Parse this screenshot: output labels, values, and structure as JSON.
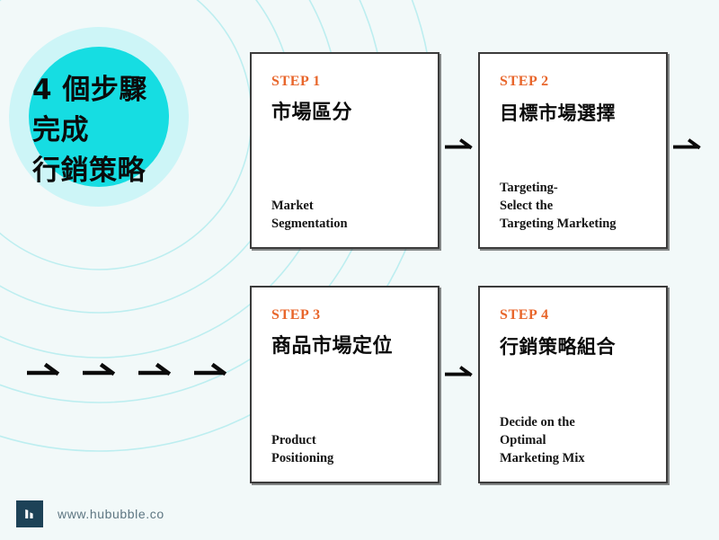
{
  "theme": {
    "background": "#f2f9f9",
    "accent_cyan": "#16dde2",
    "accent_cyan_halo": "#c8f4f6",
    "accent_orange": "#e8662b",
    "ink": "#0b0b0b",
    "card_border": "#3b3b3b",
    "card_background": "#ffffff",
    "logo_navy": "#1d4257",
    "footer_text": "#5e7682"
  },
  "headline": {
    "lines": [
      "4 個步驟",
      "完成",
      "行銷策略"
    ]
  },
  "steps": [
    {
      "label": "STEP 1",
      "title": "市場區分",
      "subtitle": "Market\nSegmentation"
    },
    {
      "label": "STEP 2",
      "title": "目標市場選擇",
      "subtitle": "Targeting-\nSelect the\nTargeting Marketing"
    },
    {
      "label": "STEP 3",
      "title": "商品市場定位",
      "subtitle": "Product\nPositioning"
    },
    {
      "label": "STEP 4",
      "title": "行銷策略組合",
      "subtitle": "Decide on the\nOptimal\nMarketing Mix"
    }
  ],
  "connectors": [
    {
      "name": "arrow-step1-to-step2"
    },
    {
      "name": "arrow-step2-continue"
    },
    {
      "name": "arrow-step3-to-step4"
    }
  ],
  "decor_arrows": {
    "count": 4
  },
  "footer": {
    "url": "www.hububble.co",
    "logo_glyph": "hububble-logo"
  }
}
